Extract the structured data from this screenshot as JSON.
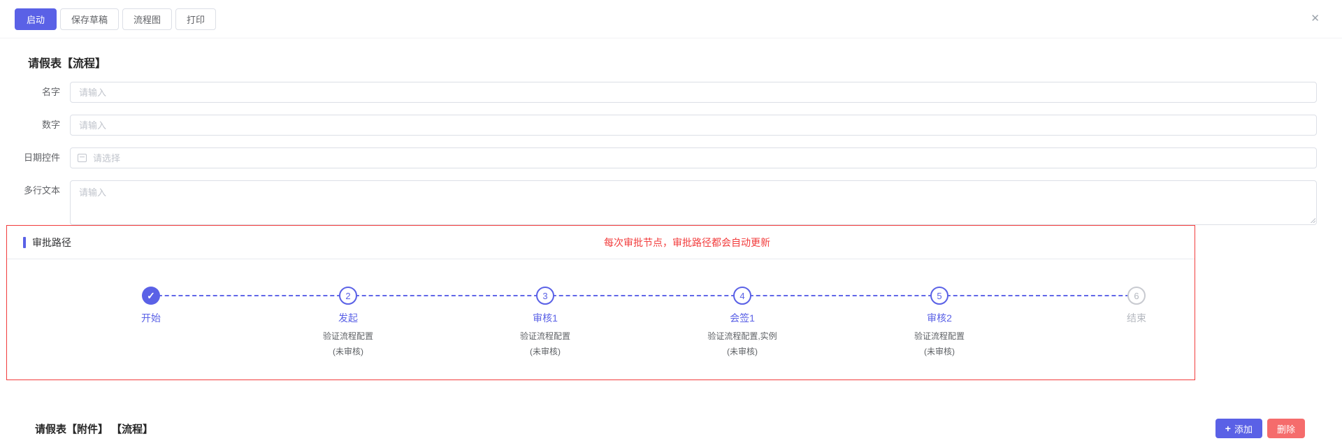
{
  "toolbar": {
    "buttons": {
      "start": "启动",
      "save_draft": "保存草稿",
      "flowchart": "流程图",
      "print": "打印"
    },
    "close_icon": "✕"
  },
  "form": {
    "title": "请假表【流程】",
    "fields": {
      "name": {
        "label": "名字",
        "placeholder": "请输入"
      },
      "number": {
        "label": "数字",
        "placeholder": "请输入"
      },
      "date": {
        "label": "日期控件",
        "placeholder": "请选择"
      },
      "multiline": {
        "label": "多行文本",
        "placeholder": "请输入"
      }
    }
  },
  "approval": {
    "section_title": "审批路径",
    "notice": "每次审批节点，审批路径都会自动更新",
    "check_icon": "✓",
    "steps": [
      {
        "number": "",
        "label": "开始",
        "desc": "",
        "status": "",
        "state": "finish"
      },
      {
        "number": "2",
        "label": "发起",
        "desc": "验证流程配置",
        "status": "(未审核)",
        "state": "process"
      },
      {
        "number": "3",
        "label": "审核1",
        "desc": "验证流程配置",
        "status": "(未审核)",
        "state": "process"
      },
      {
        "number": "4",
        "label": "会签1",
        "desc": "验证流程配置,实例",
        "status": "(未审核)",
        "state": "process"
      },
      {
        "number": "5",
        "label": "审核2",
        "desc": "验证流程配置",
        "status": "(未审核)",
        "state": "process"
      },
      {
        "number": "6",
        "label": "结束",
        "desc": "",
        "status": "",
        "state": "wait"
      }
    ]
  },
  "attachment_section": {
    "title": "请假表【附件】 【流程】",
    "add_label": "添加",
    "plus_icon": "+",
    "delete_label": "删除"
  },
  "colors": {
    "primary": "#5a61e6",
    "danger_border": "#f23c3c",
    "delete_button": "#f56c6c",
    "pending_gray": "#c0c4cc"
  }
}
